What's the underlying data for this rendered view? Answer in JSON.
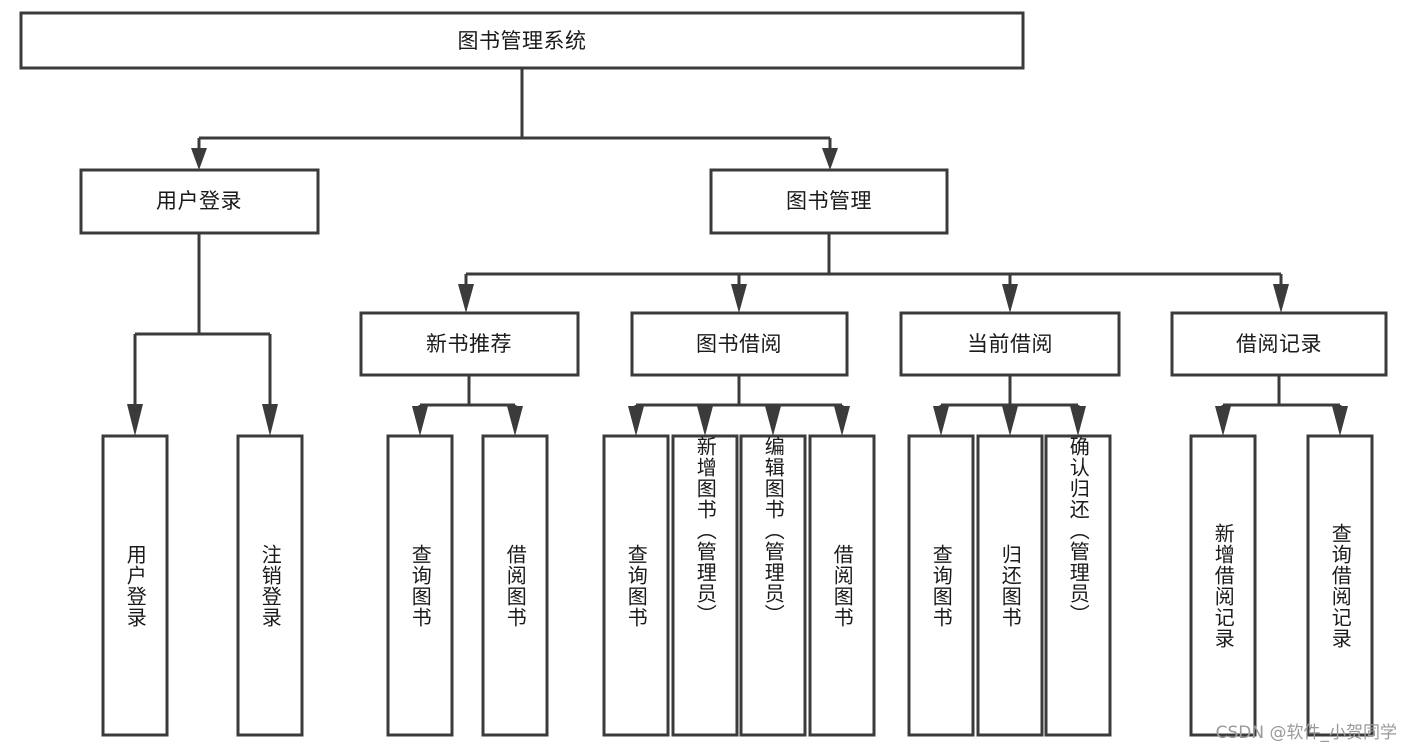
{
  "diagram": {
    "title": "图书管理系统",
    "type": "tree-hierarchy-diagram",
    "watermark": "CSDN @软件_小贺同学",
    "colors": {
      "box_stroke": "#3b3b3b",
      "box_fill": "#ffffff",
      "text": "#1a1a1a",
      "background": "#ffffff",
      "watermark": "#9a9a9a"
    },
    "root": {
      "label": "图书管理系统"
    },
    "level2": [
      {
        "label": "用户登录"
      },
      {
        "label": "图书管理"
      }
    ],
    "level3": [
      {
        "label": "新书推荐"
      },
      {
        "label": "图书借阅"
      },
      {
        "label": "当前借阅"
      },
      {
        "label": "借阅记录"
      }
    ],
    "leaves": {
      "user_login": [
        {
          "label": "用户登录"
        },
        {
          "label": "注销登录"
        }
      ],
      "new_book_recommend": [
        {
          "label": "查询图书"
        },
        {
          "label": "借阅图书"
        }
      ],
      "book_borrow": [
        {
          "label": "查询图书"
        },
        {
          "label": "新增图书（管理员）"
        },
        {
          "label": "编辑图书（管理员）"
        },
        {
          "label": "借阅图书"
        }
      ],
      "current_borrow": [
        {
          "label": "查询图书"
        },
        {
          "label": "归还图书"
        },
        {
          "label": "确认归还（管理员）"
        }
      ],
      "borrow_record": [
        {
          "label": "新增借阅记录"
        },
        {
          "label": "查询借阅记录"
        }
      ]
    }
  }
}
